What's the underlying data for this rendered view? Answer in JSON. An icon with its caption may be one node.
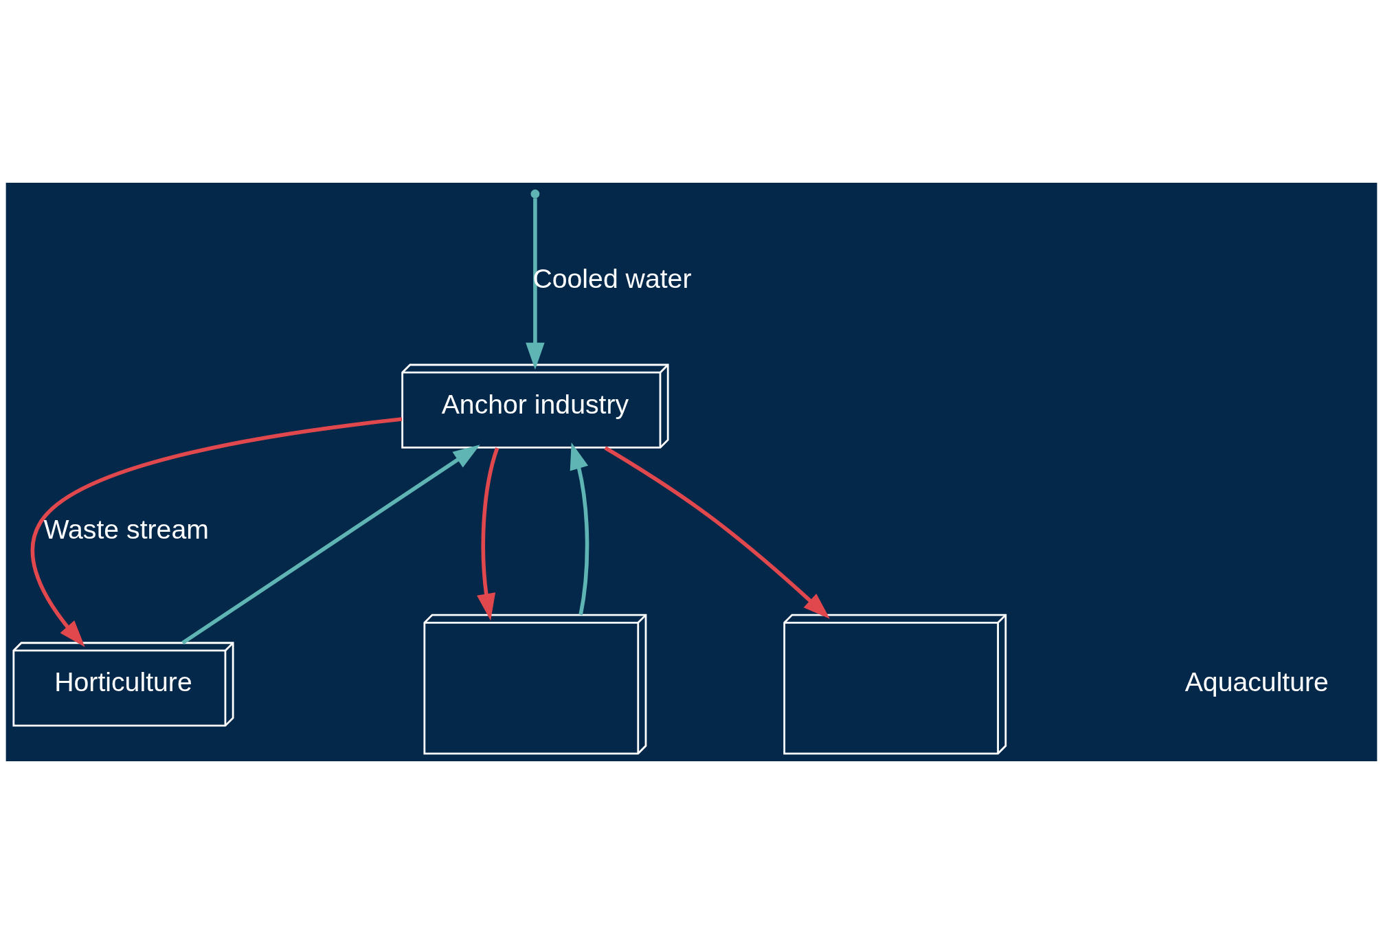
{
  "diagram": {
    "nodes": [
      {
        "text": [
          "Anchor industry"
        ]
      },
      {
        "text": [
          "Horticulture"
        ]
      },
      {
        "text": [],
        "shape": "picture"
      },
      {
        "text": [],
        "shape": "picture"
      }
    ],
    "edges": [
      {
        "from": 0,
        "to": 1,
        "arrow": "to",
        "label": "Waste stream",
        "color": "#e0484d"
      },
      {
        "from": 0,
        "to": 3,
        "arrow": "to",
        "color": "#e0484d"
      },
      {
        "from": 0,
        "to": 2,
        "arrow": "to",
        "color": "#e0484d"
      },
      {
        "from": 1,
        "to": 0,
        "arrow": "to",
        "color": "#5fb4b4"
      },
      {
        "from": 2,
        "to": 0,
        "arrow": "to",
        "color": "#5fb4b4"
      },
      {
        "from": null,
        "to": 0,
        "arrow": "to",
        "label": "Cooled water",
        "color": "#5fb4b4"
      }
    ],
    "labels": [
      "Aquaculture"
    ]
  }
}
